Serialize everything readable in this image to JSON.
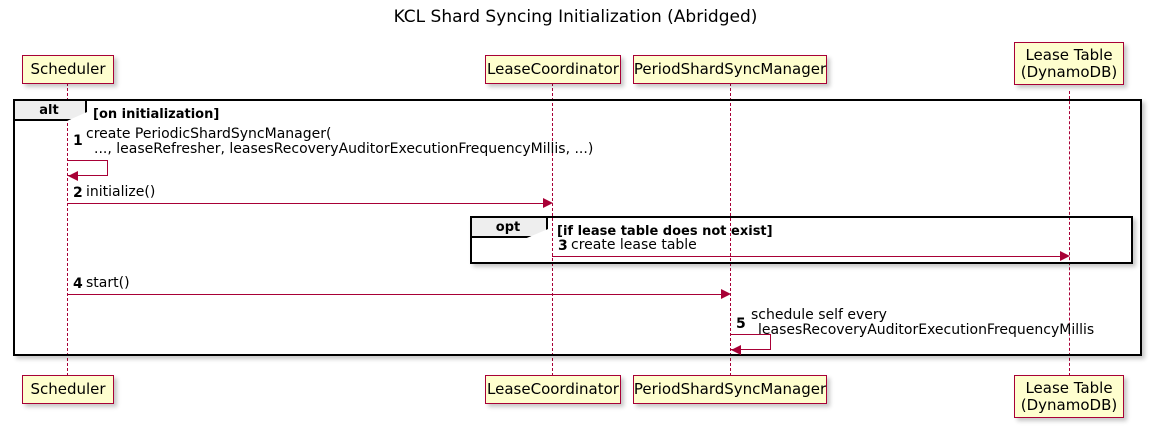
{
  "diagram": {
    "title": "KCL Shard Syncing Initialization (Abridged)",
    "type": "uml-sequence-diagram",
    "colors": {
      "participant_fill": "#FEFECE",
      "participant_border": "#A80036",
      "lifeline": "#A80036",
      "arrow": "#A80036",
      "fragment_border": "#000000",
      "fragment_tab_fill": "#EEEEEE",
      "text": "#000000",
      "background": "#FFFFFF"
    }
  },
  "participants": [
    {
      "id": "scheduler",
      "label": "Scheduler"
    },
    {
      "id": "lease_coordinator",
      "label": "LeaseCoordinator"
    },
    {
      "id": "period_shard_sync_manager",
      "label": "PeriodShardSyncManager"
    },
    {
      "id": "lease_table",
      "label": "Lease Table\n(DynamoDB)",
      "line1": "Lease Table",
      "line2": "(DynamoDB)"
    }
  ],
  "fragments": [
    {
      "id": "alt",
      "operator": "alt",
      "guard": "[on initialization]"
    },
    {
      "id": "opt",
      "operator": "opt",
      "guard": "[if lease table does not exist]"
    }
  ],
  "messages": [
    {
      "number": "1",
      "from": "scheduler",
      "to": "scheduler",
      "kind": "self",
      "line1": "create PeriodicShardSyncManager(",
      "line2": "..., leaseRefresher, leasesRecoveryAuditorExecutionFrequencyMillis, ...)"
    },
    {
      "number": "2",
      "from": "scheduler",
      "to": "lease_coordinator",
      "kind": "call",
      "line1": "initialize()"
    },
    {
      "number": "3",
      "from": "lease_coordinator",
      "to": "lease_table",
      "kind": "call",
      "line1": "create lease table"
    },
    {
      "number": "4",
      "from": "scheduler",
      "to": "period_shard_sync_manager",
      "kind": "call",
      "line1": "start()"
    },
    {
      "number": "5",
      "from": "period_shard_sync_manager",
      "to": "period_shard_sync_manager",
      "kind": "self",
      "line1": "schedule self every",
      "line2": "leasesRecoveryAuditorExecutionFrequencyMillis"
    }
  ]
}
